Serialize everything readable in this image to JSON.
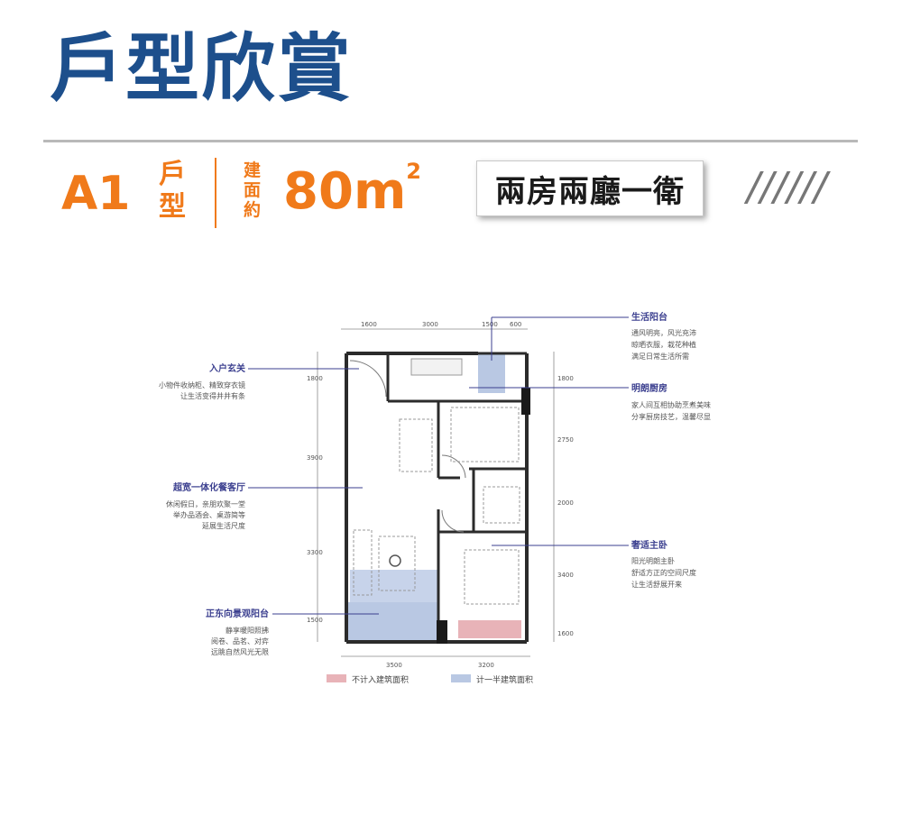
{
  "header": {
    "title": "戶型欣賞"
  },
  "unit": {
    "code": "A1",
    "type_label_chars": [
      "戶",
      "型"
    ],
    "area_label_chars": [
      "建",
      "面",
      "約"
    ],
    "area_value": "80",
    "area_unit": "m",
    "area_sup": "2",
    "layout_name": "兩房兩廳一衛",
    "decoration": "//////"
  },
  "plan": {
    "dims_top": [
      "1600",
      "3000",
      "1500",
      "600"
    ],
    "dims_bottom": [
      "3500",
      "3200"
    ],
    "dims_left": [
      "1800",
      "3900",
      "3300",
      "1500"
    ],
    "dims_right": [
      "1800",
      "2750",
      "2000",
      "3400",
      "1600"
    ],
    "legend": [
      {
        "label": "不计入建筑面积",
        "color": "#e8b3b8"
      },
      {
        "label": "计一半建筑面积",
        "color": "#b9c8e3"
      }
    ],
    "annotations_left": [
      {
        "title": "入户玄关",
        "lines": [
          "小物件收纳柜、精致穿衣镜",
          "让生活变得井井有条"
        ]
      },
      {
        "title": "超宽一体化餐客厅",
        "lines": [
          "休闲假日，亲朋欢聚一堂",
          "举办品酒会、桌游简等",
          "延展生活尺度"
        ]
      },
      {
        "title": "正东向景观阳台",
        "lines": [
          "静享暖阳照拂",
          "阅卷、品茗、对弈",
          "远眺自然风光无限"
        ]
      }
    ],
    "annotations_right": [
      {
        "title": "生活阳台",
        "lines": [
          "通风明亮，风光充沛",
          "晾晒衣服，栽花种植",
          "满足日常生活所需"
        ]
      },
      {
        "title": "明朗厨房",
        "lines": [
          "家人间互相协助烹煮美味",
          "分享厨房技艺，温馨尽显"
        ]
      },
      {
        "title": "奢适主卧",
        "lines": [
          "阳光明朗主卧",
          "舒适方正的空间尺度",
          "让生活舒展开来"
        ]
      }
    ]
  },
  "colors": {
    "title_blue": "#1d4f8c",
    "accent_orange": "#f07a1a",
    "annotation_blue": "#3b3f8f",
    "wall": "#2b2b2b",
    "half_area": "#b9c8e3",
    "excluded_area": "#e8b3b8"
  }
}
